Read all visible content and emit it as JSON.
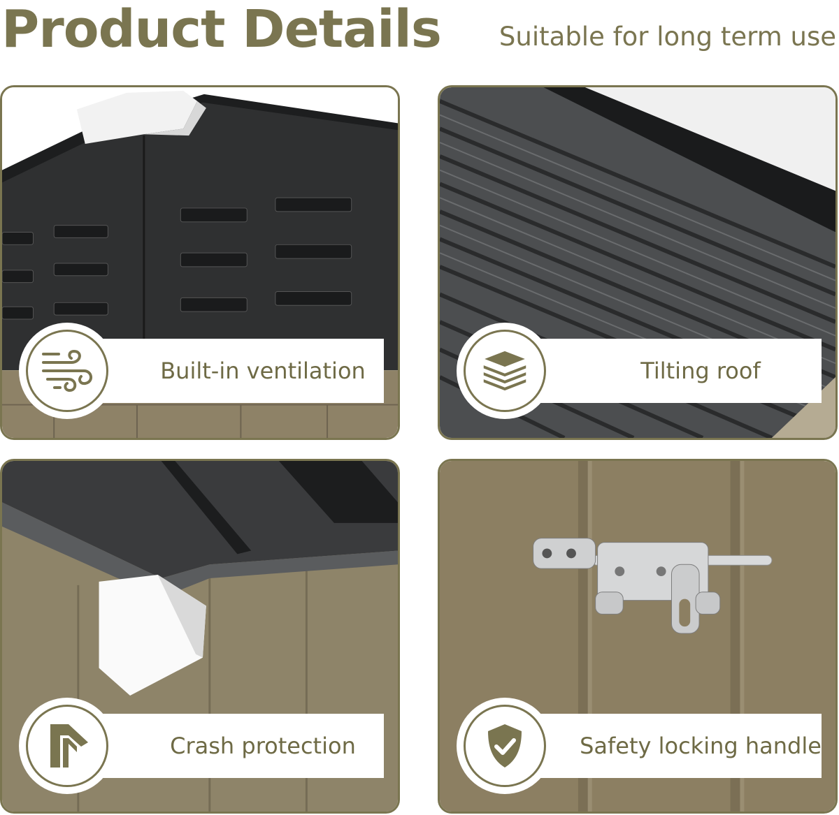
{
  "header": {
    "title": "Product Details",
    "subtitle": "Suitable for long term use"
  },
  "features": [
    {
      "label": "Built-in ventilation",
      "icon": "wind-icon"
    },
    {
      "label": "Tilting roof",
      "icon": "stacked-layers-icon"
    },
    {
      "label": "Crash protection",
      "icon": "roof-corner-icon"
    },
    {
      "label": "Safety locking handle",
      "icon": "shield-check-icon"
    }
  ],
  "colors": {
    "accent": "#7a7550",
    "shed_khaki": "#8c7f62",
    "roof_dark": "#2e2f30",
    "white": "#ffffff"
  }
}
